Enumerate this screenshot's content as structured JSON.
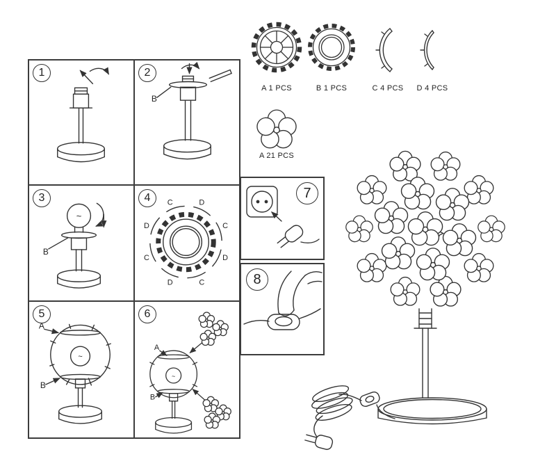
{
  "sheet": {
    "background": "#ffffff",
    "line_color": "#333333"
  },
  "steps": {
    "s1": {
      "number": "1"
    },
    "s2": {
      "number": "2",
      "callout_b": "B"
    },
    "s3": {
      "number": "3",
      "callout_b": "B",
      "filament": "~"
    },
    "s4": {
      "number": "4",
      "ring_labels": [
        "C",
        "D",
        "C",
        "D",
        "C",
        "D",
        "C",
        "D"
      ]
    },
    "s5": {
      "number": "5",
      "callout_a": "A",
      "callout_b": "B",
      "filament": "~"
    },
    "s6": {
      "number": "6",
      "callout_a": "A",
      "callout_b": "B",
      "filament": "~"
    },
    "s7": {
      "number": "7"
    },
    "s8": {
      "number": "8"
    }
  },
  "parts": {
    "a_ring": {
      "label": "A 1 PCS"
    },
    "b_ring": {
      "label": "B 1 PCS"
    },
    "c_arc": {
      "label": "C 4 PCS"
    },
    "d_arc": {
      "label": "D 4 PCS"
    },
    "a_flower": {
      "label": "A 21 PCS"
    }
  }
}
